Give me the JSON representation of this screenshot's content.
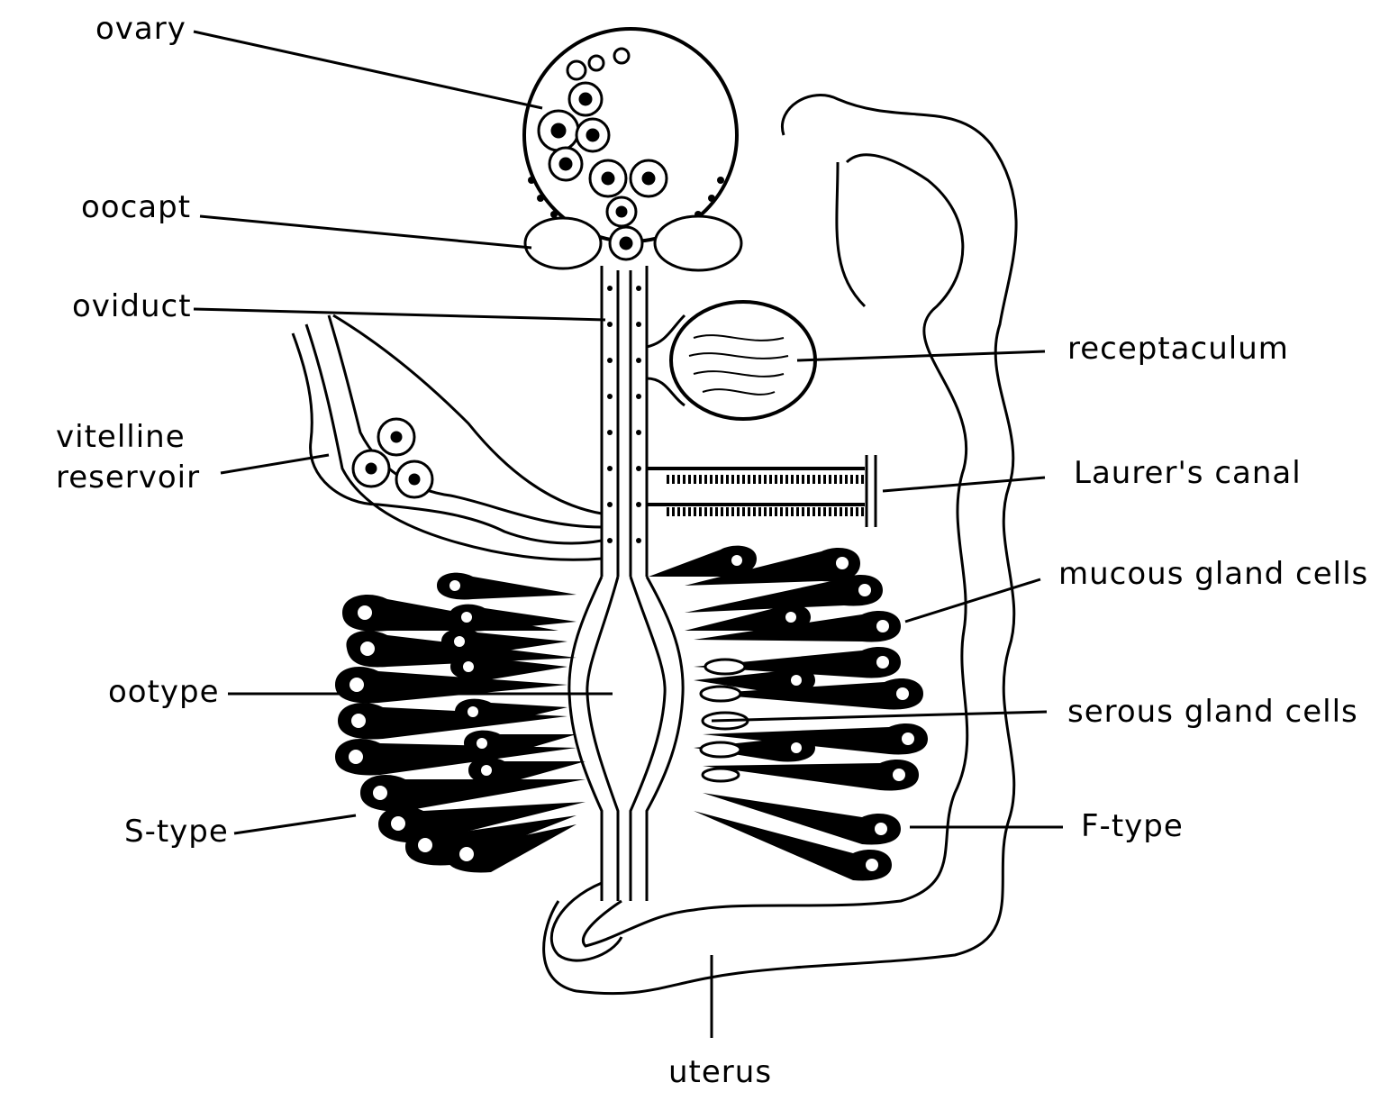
{
  "labels": {
    "ovary": "ovary",
    "oocapt": "oocapt",
    "oviduct": "oviduct",
    "vitelline": "vitelline",
    "reservoir": "reservoir",
    "ootype": "ootype",
    "s_type": "S-type",
    "receptaculum": "receptaculum",
    "laurers_canal": "Laurer's  canal",
    "mucous_gland_cells": "mucous  gland  cells",
    "serous_gland_cells": "serous  gland  cells",
    "f_type": "F-type",
    "uterus": "uterus"
  },
  "colors": {
    "ink": "#000000",
    "background": "#ffffff",
    "bleed_text": "#bdbdbd"
  }
}
